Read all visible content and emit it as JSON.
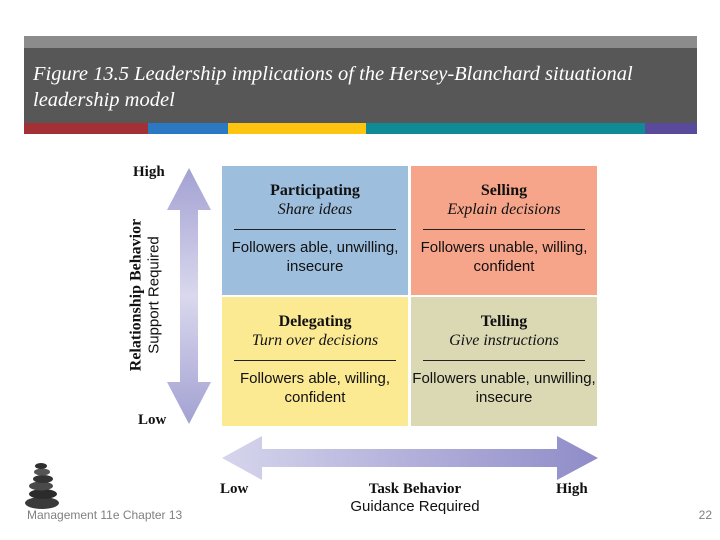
{
  "slide": {
    "title": "Figure 13.5 Leadership implications of the Hersey-Blanchard situational leadership model",
    "footer_left": "Management 11e  Chapter 13",
    "page_number": "22"
  },
  "colors": {
    "title_bar": "#575757",
    "stripes": [
      "#a33034",
      "#2a79c2",
      "#fdc510",
      "#108a94",
      "#5a4a9c"
    ],
    "participating": "#9dbedd",
    "selling": "#f6a58a",
    "delegating": "#fcea93",
    "telling": "#dbd9b4",
    "arrow": "#a9a7d6"
  },
  "diagram": {
    "y_axis": {
      "title": "Relationship Behavior",
      "subtitle": "Support Required",
      "high_label": "High",
      "low_label": "Low"
    },
    "x_axis": {
      "title": "Task Behavior",
      "subtitle": "Guidance Required",
      "low_label": "Low",
      "high_label": "High"
    },
    "quadrants": {
      "participating": {
        "style": "Participating",
        "action": "Share ideas",
        "followers": "Followers able, unwilling, insecure"
      },
      "selling": {
        "style": "Selling",
        "action": "Explain decisions",
        "followers": "Followers unable, willing, confident"
      },
      "delegating": {
        "style": "Delegating",
        "action": "Turn over decisions",
        "followers": "Followers able, willing, confident"
      },
      "telling": {
        "style": "Telling",
        "action": "Give instructions",
        "followers": "Followers unable, unwilling, insecure"
      }
    }
  }
}
